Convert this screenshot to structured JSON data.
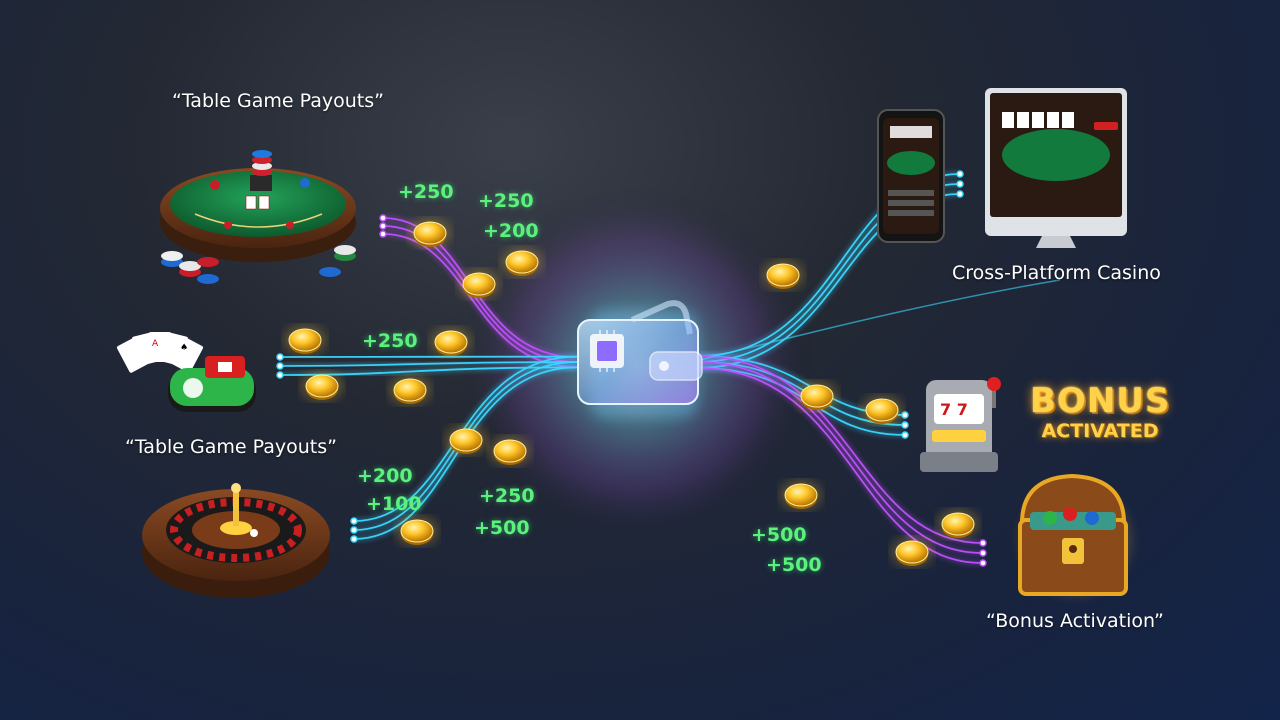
{
  "labels": {
    "table_game_top": "“Table Game Payouts”",
    "table_game_mid": "“Table Game Payouts”",
    "cross_platform": "Cross-Platform Casino",
    "bonus_activation": "“Bonus Activation”"
  },
  "bonus_sign": {
    "line1": "BONUS",
    "line2": "ACTIVATED"
  },
  "amounts": {
    "a1": "+250",
    "a2": "+250",
    "a3": "+200",
    "a4": "+250",
    "a5": "+200",
    "a6": "+100",
    "a7": "+250",
    "a8": "+500",
    "a9": "+500",
    "a10": "+500"
  },
  "colors": {
    "cyan": "#3ad8ff",
    "purple": "#c050ff",
    "gold": "#ffc62a",
    "green": "#5cf07c"
  },
  "icons": [
    "blackjack-table-icon",
    "cards-icon",
    "roulette-wheel-icon",
    "digital-wallet-icon",
    "smartphone-icon",
    "desktop-monitor-icon",
    "slot-machine-icon",
    "treasure-chest-icon",
    "gold-coin-icon"
  ]
}
